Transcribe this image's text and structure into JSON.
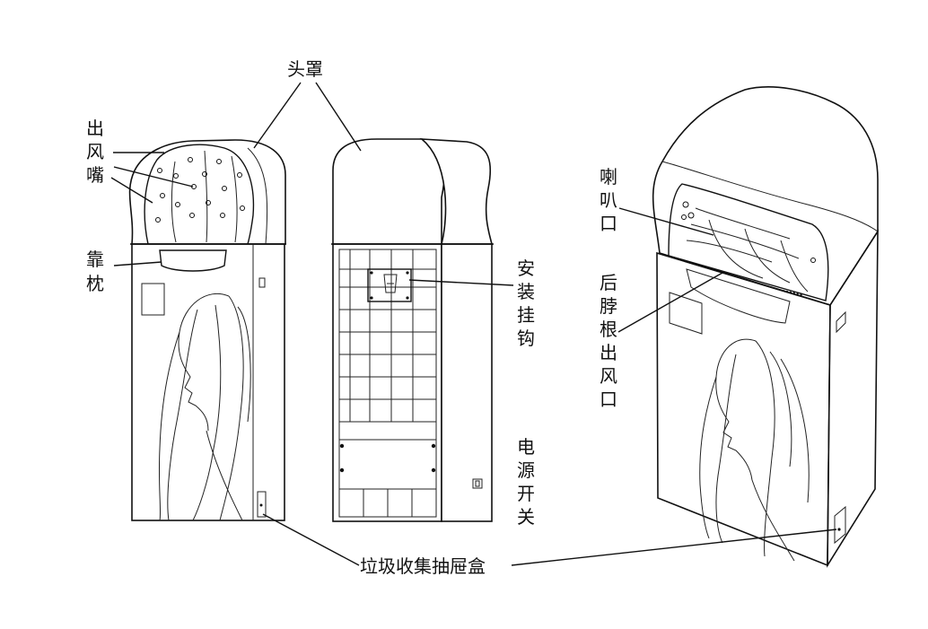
{
  "labels": {
    "hood": "头罩",
    "air_nozzle": [
      "出",
      "风",
      "嘴"
    ],
    "headrest": [
      "靠",
      "枕"
    ],
    "mounting_hook": [
      "安",
      "装",
      "挂",
      "钩"
    ],
    "power_switch": [
      "电",
      "源",
      "开",
      "关"
    ],
    "trash_drawer": "垃圾收集抽屉盒",
    "horn_mouth": [
      "喇",
      "叭",
      "口"
    ],
    "neck_outlet": [
      "后",
      "脖",
      "根",
      "出",
      "风",
      "口"
    ]
  }
}
